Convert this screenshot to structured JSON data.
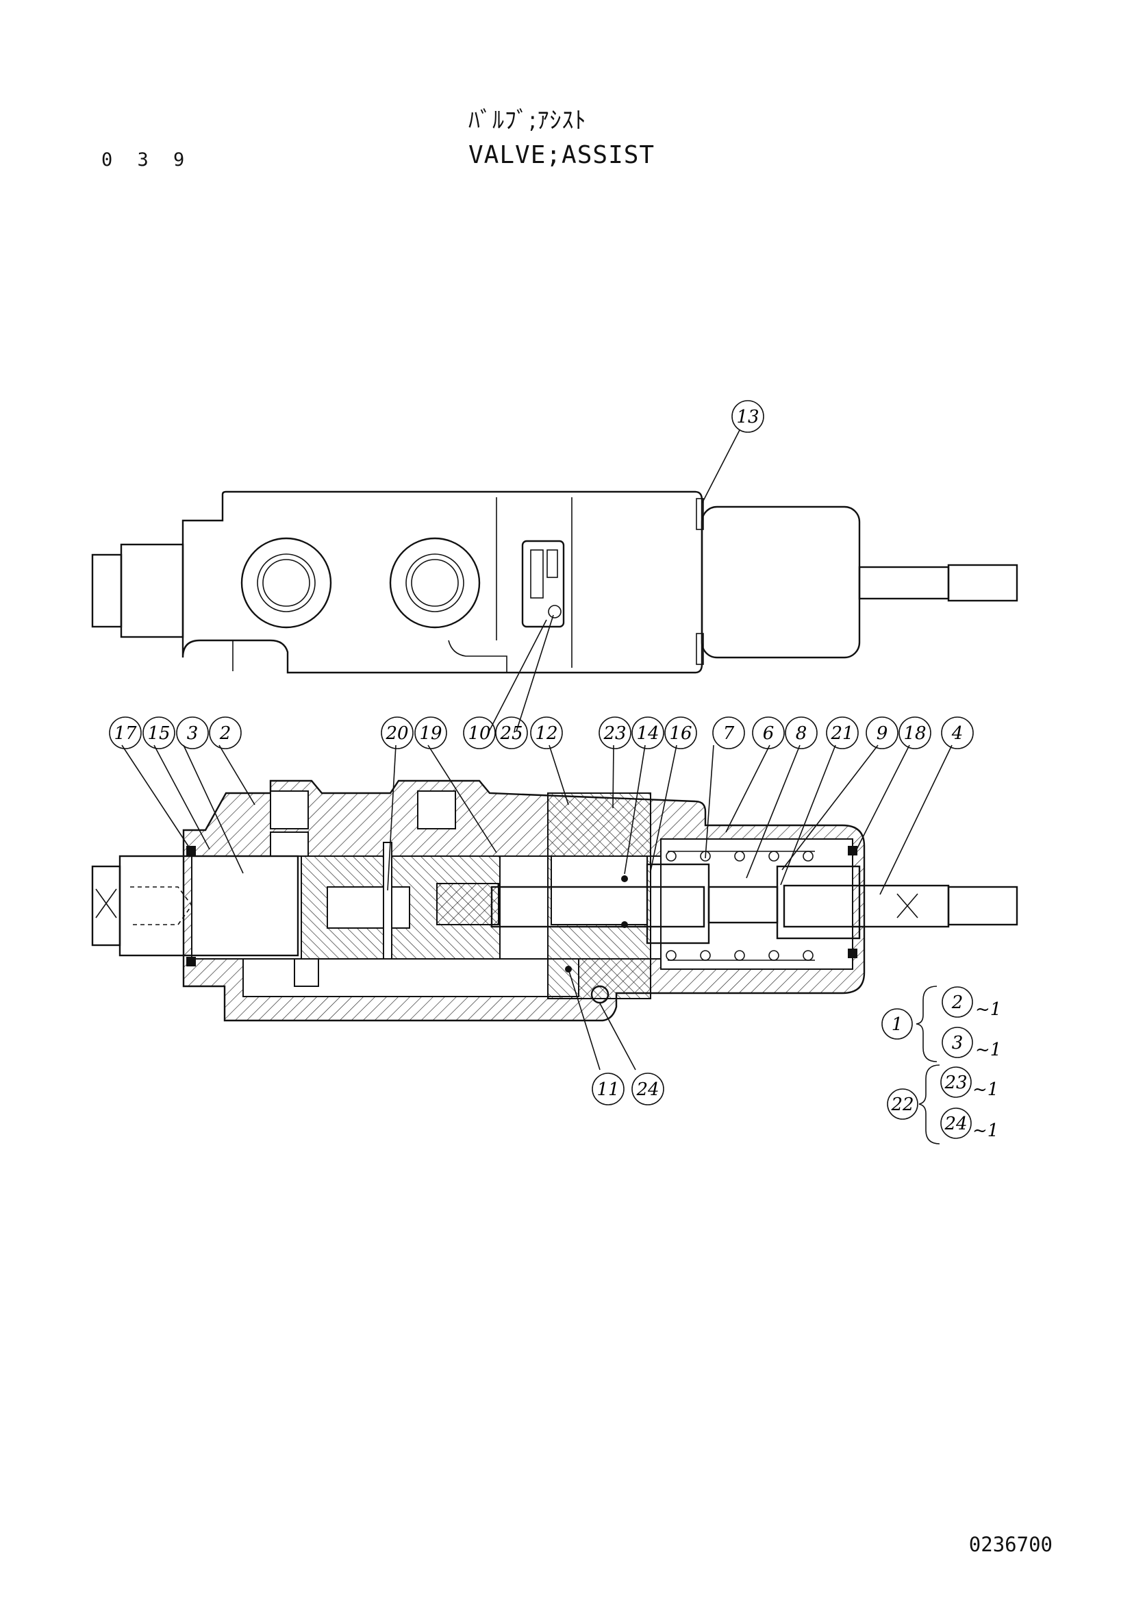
{
  "header": {
    "page_number": "0 3 9",
    "title_jp": "ﾊﾞﾙﾌﾞ;ｱｼｽﾄ",
    "title_en": "VALVE;ASSIST"
  },
  "footer": {
    "drawing_code": "0236700"
  },
  "callouts": {
    "c13": "13",
    "c17": "17",
    "c15": "15",
    "c3a": "3",
    "c2a": "2",
    "c20": "20",
    "c19": "19",
    "c10": "10",
    "c25": "25",
    "c12": "12",
    "c23a": "23",
    "c14": "14",
    "c16": "16",
    "c7": "7",
    "c6": "6",
    "c8": "8",
    "c21": "21",
    "c9": "9",
    "c18": "18",
    "c4": "4",
    "c11": "11",
    "c24a": "24"
  },
  "assembly_legend": {
    "group1": {
      "parent": "1",
      "children": [
        {
          "part": "2",
          "qty": "~1"
        },
        {
          "part": "3",
          "qty": "~1"
        }
      ]
    },
    "group22": {
      "parent": "22",
      "children": [
        {
          "part": "23",
          "qty": "~1"
        },
        {
          "part": "24",
          "qty": "~1"
        }
      ]
    }
  }
}
